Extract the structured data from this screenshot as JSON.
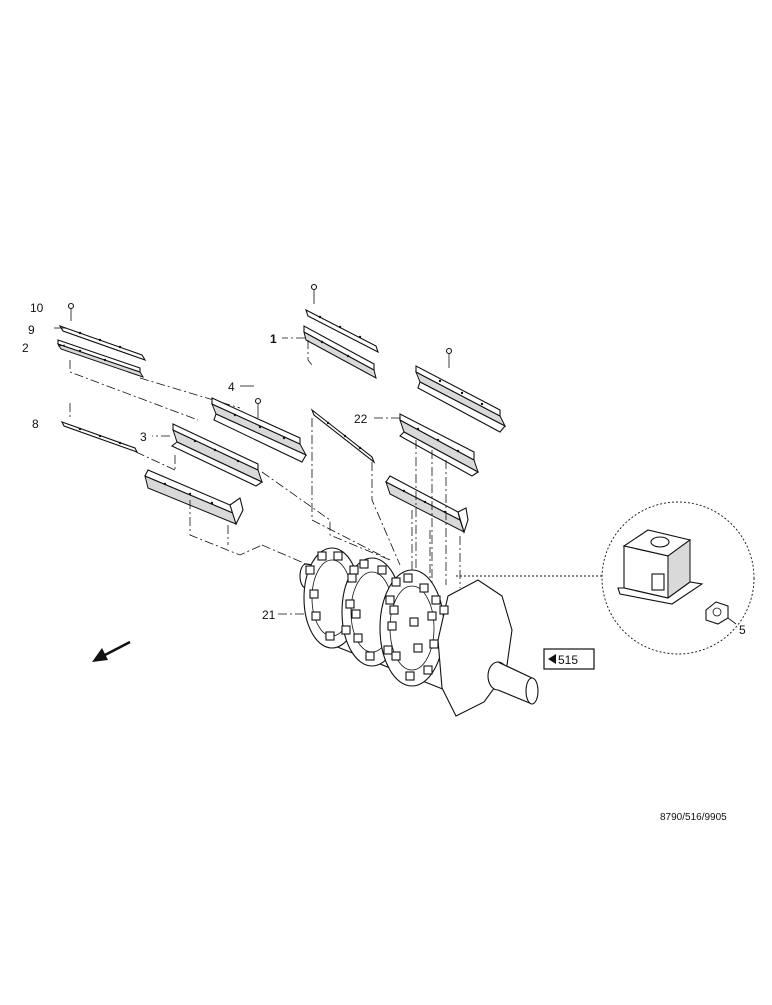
{
  "callouts": {
    "c10": "10",
    "c9": "9",
    "c2": "2",
    "c1": "1",
    "c4": "4",
    "c22": "22",
    "c8": "8",
    "c3": "3",
    "c21": "21",
    "c5": "5"
  },
  "reference_tag": "515",
  "drawing_code": "8790/516/9905",
  "icons": {
    "direction_arrow": "direction-arrow-icon",
    "reference_arrow": "left-triangle-icon"
  }
}
